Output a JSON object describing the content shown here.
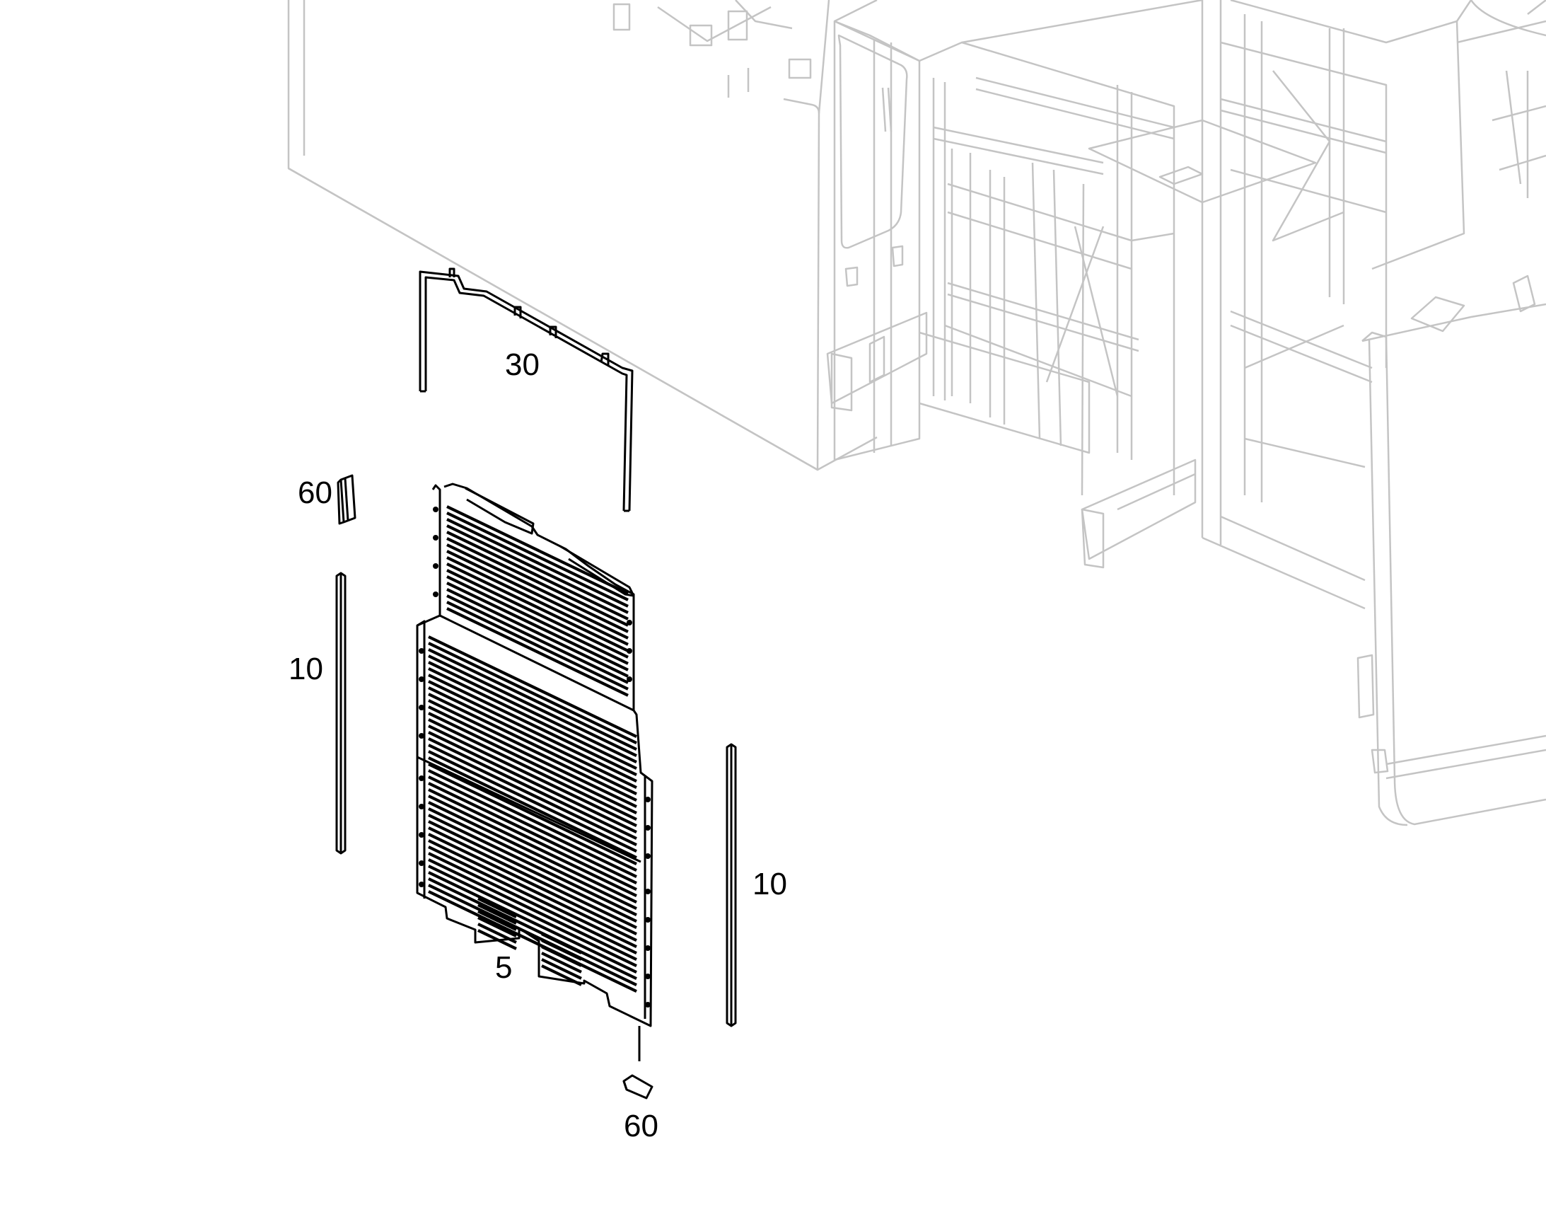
{
  "diagram": {
    "background_color": "#ffffff",
    "context_line_color": "#c4c4c4",
    "part_line_color": "#000000",
    "callouts": [
      {
        "id": "frame-top",
        "label": "30"
      },
      {
        "id": "clip-upper",
        "label": "60"
      },
      {
        "id": "strip-left",
        "label": "10"
      },
      {
        "id": "strip-right",
        "label": "10"
      },
      {
        "id": "radiator-grille",
        "label": "5"
      },
      {
        "id": "clip-lower",
        "label": "60"
      }
    ]
  }
}
